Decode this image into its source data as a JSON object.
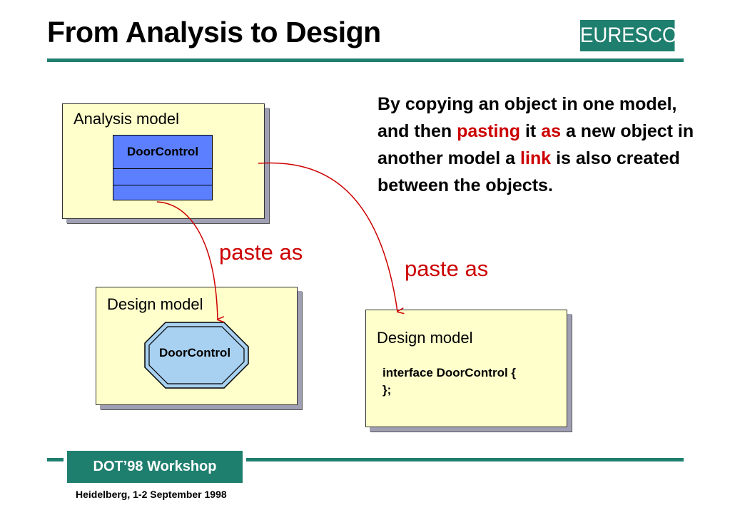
{
  "title": "From Analysis to Design",
  "logo": "EURESCOM",
  "analysis": {
    "label": "Analysis model",
    "class_name": "DoorControl"
  },
  "design_left": {
    "label": "Design model",
    "class_name": "DoorControl"
  },
  "design_right": {
    "label": "Design model",
    "code_line1": "interface DoorControl {",
    "code_line2": "};"
  },
  "paste_left": "paste as",
  "paste_right": "paste as",
  "description": {
    "p1": "By copying an object in one model, and then ",
    "h1": "pasting",
    "p2": " it ",
    "h2": "as",
    "p3": " a new object in another model a ",
    "h3": "link",
    "p4": " is also created between the objects."
  },
  "footer": {
    "tab": "DOT’98 Workshop",
    "note": "Heidelberg, 1-2 September 1998"
  },
  "colors": {
    "accent": "#1f7f6f",
    "highlight": "#cc0000",
    "model_fill": "#ffffcc",
    "class_fill": "#5b7fff",
    "octagon_fill": "#a8d0f0"
  }
}
